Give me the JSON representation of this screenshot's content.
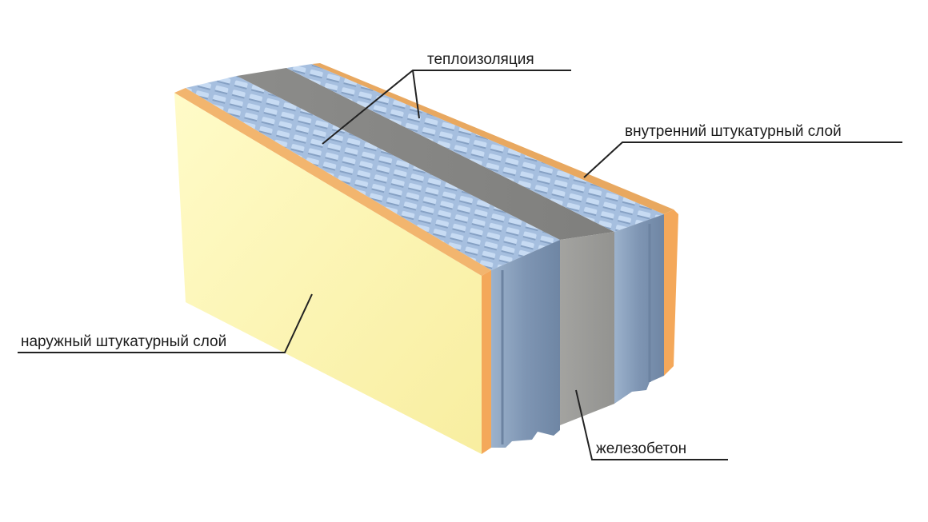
{
  "labels": {
    "insulation": "теплоизоляция",
    "inner_plaster": "внутренний штукатурный слой",
    "outer_plaster": "наружный штукатурный слой",
    "concrete": "железобетон"
  },
  "colors": {
    "outer_plaster_face": "#fdf6b0",
    "outer_plaster_edge": "#f4a85a",
    "insulation": "#8fa7c4",
    "insulation_top": "#a9c2e0",
    "concrete": "#9a9a97",
    "concrete_top": "#8a8a88",
    "leader_line": "#222222"
  }
}
